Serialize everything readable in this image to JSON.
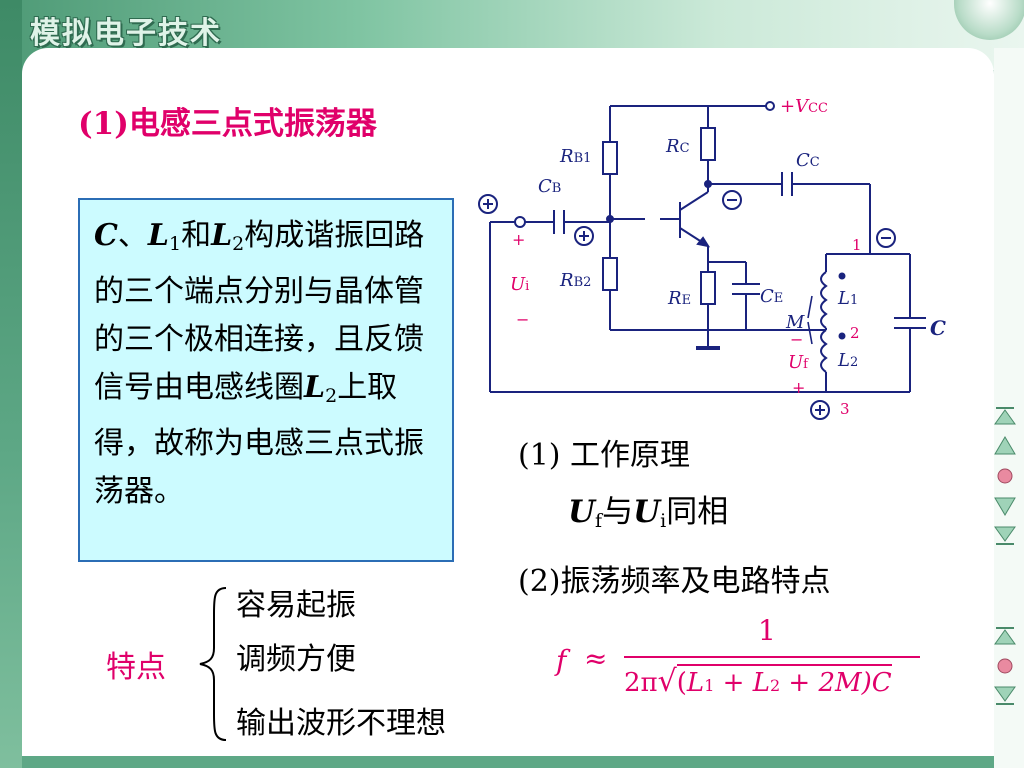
{
  "brand": "模拟电子技术",
  "title": "(1)电感三点式振荡器",
  "box": {
    "c": "C",
    "sep": "、",
    "l1": "L",
    "l1_sub": "1",
    "and": "和",
    "l2": "L",
    "l2_sub": "2",
    "text1": "构成谐振回路的三个端点分别与晶体管的三个极相连接，且反馈信号由电感线圈",
    "l2b": "L",
    "l2b_sub": "2",
    "text2": "上取得，故称为电感三点式振荡器。"
  },
  "principle": {
    "heading": "(1) 工作原理",
    "u": "U",
    "f": "f",
    "with": "与",
    "i": "i",
    "same": "同相"
  },
  "freq_heading": "(2)振荡频率及电路特点",
  "features": {
    "label": "特点",
    "items": [
      "容易起振",
      "调频方便",
      "输出波形不理想"
    ]
  },
  "formula": {
    "lhs": "f",
    "approx": "≈",
    "numerator": "1",
    "two_pi": "2π",
    "open": "(",
    "l1": "L",
    "l1_sub": "1",
    "plus1": "+",
    "l2": "L",
    "l2_sub": "2",
    "plus2": "+",
    "two_m": "2M",
    "close_c": ")C"
  },
  "circuit": {
    "vcc": "+V",
    "vcc_sub": "CC",
    "rb1": "R",
    "rb1_sub": "B1",
    "rc": "R",
    "rc_sub": "C",
    "cc": "C",
    "cc_sub": "C",
    "cb": "C",
    "cb_sub": "B",
    "rb2": "R",
    "rb2_sub": "B2",
    "re": "R",
    "re_sub": "E",
    "ce": "C",
    "ce_sub": "E",
    "l1": "L",
    "l1_sub": "1",
    "l2": "L",
    "l2_sub": "2",
    "m": "M",
    "c": "C",
    "ui": "U",
    "ui_sub": "i",
    "uf": "U",
    "uf_sub": "f",
    "node1": "1",
    "node2": "2",
    "node3": "3",
    "plus": "+",
    "minus": "−"
  },
  "colors": {
    "title": "#e0006a",
    "box_bg": "#ccfbff",
    "box_border": "#2b6db5",
    "circuit": "#1a237e",
    "label_red": "#e0006a"
  }
}
